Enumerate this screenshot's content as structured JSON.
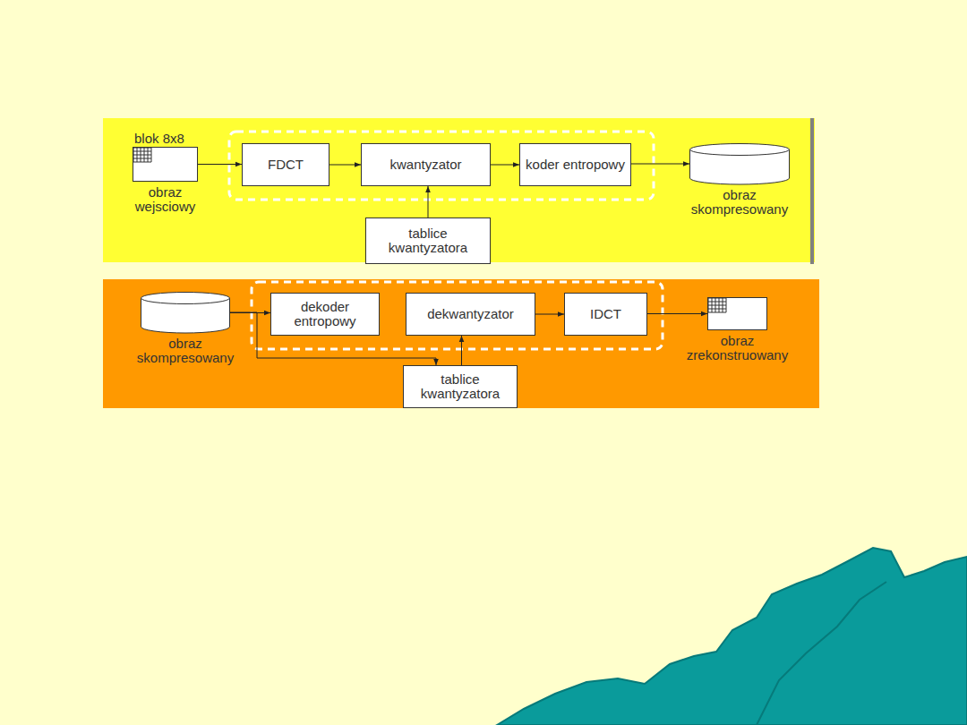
{
  "diagram": {
    "nodes": [
      {
        "text": [
          "blok 8x8",
          "obraz wejsciowy"
        ]
      },
      {
        "text": [
          "FDCT"
        ]
      },
      {
        "text": [
          "kwantyzator"
        ]
      },
      {
        "text": [
          "koder entropowy"
        ]
      },
      {
        "text": [
          "obraz skompresowany"
        ]
      },
      {
        "text": [
          "tablice kwantyzatora"
        ]
      },
      {
        "text": [
          "obraz skompresowany"
        ]
      },
      {
        "text": [
          "dekoder entropowy"
        ]
      },
      {
        "text": [
          "dekwantyzator"
        ]
      },
      {
        "text": [
          "IDCT"
        ]
      },
      {
        "text": [
          "obraz zrekonstruowany"
        ]
      },
      {
        "text": [
          "tablice kwantyzatora"
        ]
      }
    ],
    "edges": [
      {
        "from": 0,
        "to": 1,
        "arrow": "to"
      },
      {
        "from": 1,
        "to": 2,
        "arrow": "to"
      },
      {
        "from": 2,
        "to": 3,
        "arrow": "to"
      },
      {
        "from": 3,
        "to": 4,
        "arrow": "to"
      },
      {
        "from": 5,
        "to": 2,
        "arrow": "to"
      },
      {
        "from": 6,
        "to": 7,
        "arrow": "to"
      },
      {
        "from": 6,
        "to": 11,
        "arrow": "to"
      },
      {
        "from": 11,
        "to": 8,
        "arrow": "to"
      },
      {
        "from": 8,
        "to": 9,
        "arrow": "to"
      },
      {
        "from": 9,
        "to": 10,
        "arrow": "to"
      }
    ]
  }
}
